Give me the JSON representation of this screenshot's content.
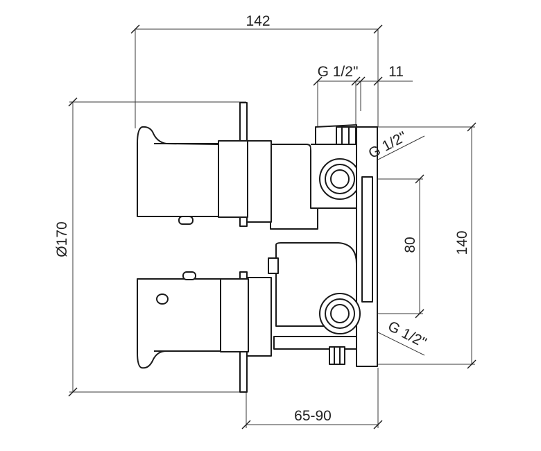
{
  "dimensions": {
    "overall_width": "142",
    "thread_top": "G 1/2\"",
    "offset_right": "11",
    "thread_upper_outlet": "G 1/2\"",
    "plate_diameter": "Ø170",
    "outlet_spacing": "80",
    "body_height": "140",
    "thread_lower_outlet": "G 1/2\"",
    "install_depth": "65-90"
  }
}
